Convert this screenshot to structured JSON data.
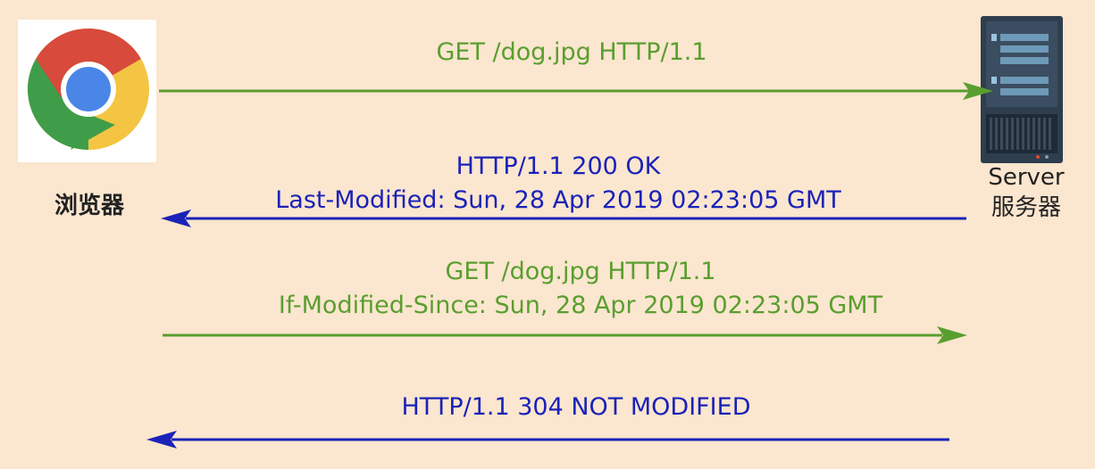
{
  "browser": {
    "label": "浏览器",
    "icon": "chrome-icon"
  },
  "server": {
    "label_en": "Server",
    "label_zh": "服务器",
    "icon": "server-rack-icon"
  },
  "colors": {
    "request": "#5a9e2f",
    "response": "#1a22b8",
    "background": "#fbe6cf"
  },
  "messages": [
    {
      "direction": "request",
      "lines": [
        "GET /dog.jpg HTTP/1.1"
      ]
    },
    {
      "direction": "response",
      "lines": [
        "HTTP/1.1 200 OK",
        "Last-Modified: Sun, 28 Apr 2019 02:23:05 GMT"
      ]
    },
    {
      "direction": "request",
      "lines": [
        "GET /dog.jpg HTTP/1.1",
        "If-Modified-Since: Sun, 28 Apr 2019 02:23:05 GMT"
      ]
    },
    {
      "direction": "response",
      "lines": [
        "HTTP/1.1 304 NOT MODIFIED"
      ]
    }
  ]
}
